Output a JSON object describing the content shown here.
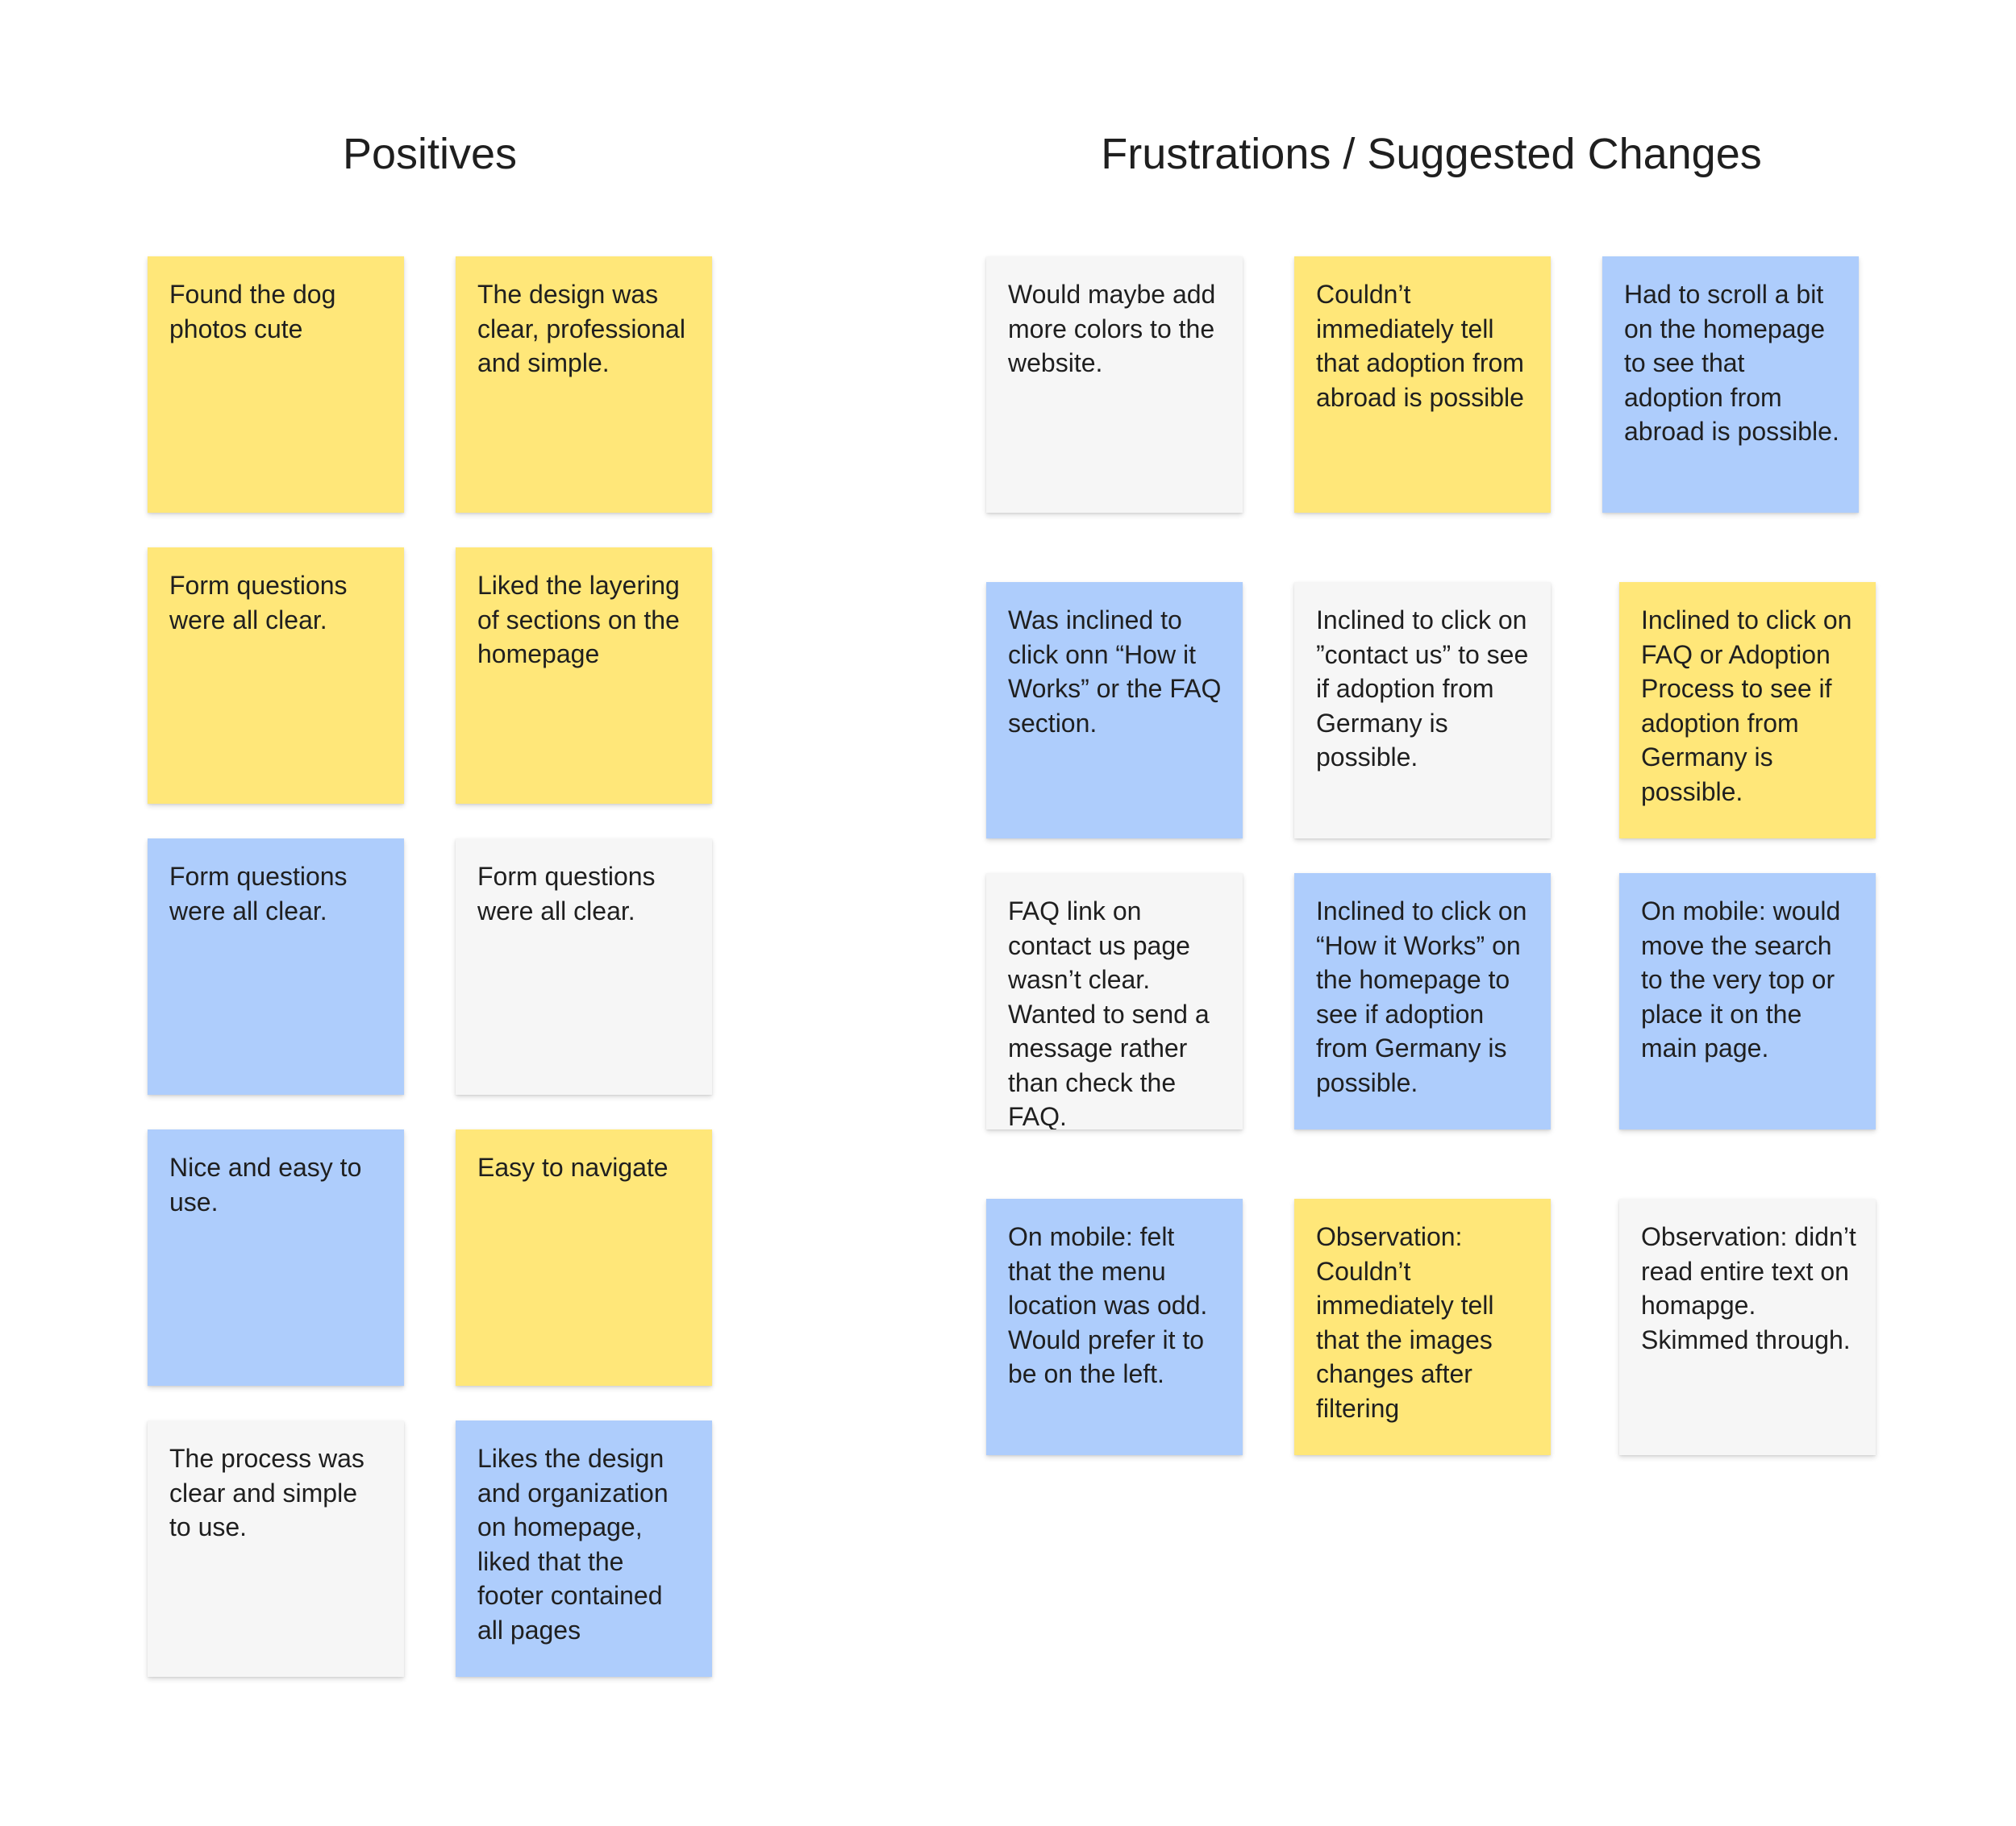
{
  "headings": {
    "positives": "Positives",
    "frustrations": "Frustrations / Suggested Changes"
  },
  "colors": {
    "yellow": "#ffe779",
    "blue": "#aecdfc",
    "white": "#f6f6f6",
    "text": "#1f1f1f"
  },
  "positives": [
    {
      "text": "Found the dog photos cute",
      "color": "yellow"
    },
    {
      "text": "The design was clear, professional and simple.",
      "color": "yellow"
    },
    {
      "text": "Form questions were all clear.",
      "color": "yellow"
    },
    {
      "text": "Liked the layering of sections on the homepage",
      "color": "yellow"
    },
    {
      "text": "Form questions were all clear.",
      "color": "blue"
    },
    {
      "text": "Form questions were all clear.",
      "color": "white"
    },
    {
      "text": "Nice and easy to use.",
      "color": "blue"
    },
    {
      "text": "Easy to navigate",
      "color": "yellow"
    },
    {
      "text": "The process was clear and simple to use.",
      "color": "white"
    },
    {
      "text": "Likes the design and organization on homepage, liked that the footer contained all pages",
      "color": "blue"
    }
  ],
  "frustrations": [
    {
      "text": "Would maybe add more colors to the website.",
      "color": "white"
    },
    {
      "text": "Couldn’t immediately tell that adoption from abroad is possible",
      "color": "yellow"
    },
    {
      "text": "Had to scroll a bit on the homepage to see that adoption from abroad is possible.",
      "color": "blue"
    },
    {
      "text": "Was inclined to click onn “How it Works” or the FAQ section.",
      "color": "blue"
    },
    {
      "text": "Inclined to click on ”contact us” to see if adoption from Germany is possible.",
      "color": "white"
    },
    {
      "text": "Inclined to click on FAQ or Adoption Process to see if adoption from Germany is possible.",
      "color": "yellow"
    },
    {
      "text": "FAQ link on contact us page wasn’t clear. Wanted to send a message rather than check the FAQ.",
      "color": "white"
    },
    {
      "text": "Inclined to click on “How it Works” on the homepage to see if adoption from Germany is possible.",
      "color": "blue"
    },
    {
      "text": "On mobile: would move the search to the very top or place it on the main page.",
      "color": "blue"
    },
    {
      "text": "On mobile: felt that the menu location was odd. Would prefer it to be on the left.",
      "color": "blue"
    },
    {
      "text": "Observation: Couldn’t immediately tell that the images changes after filtering",
      "color": "yellow"
    },
    {
      "text": "Observation: didn’t read entire text on homapge. Skimmed through.",
      "color": "white"
    }
  ]
}
